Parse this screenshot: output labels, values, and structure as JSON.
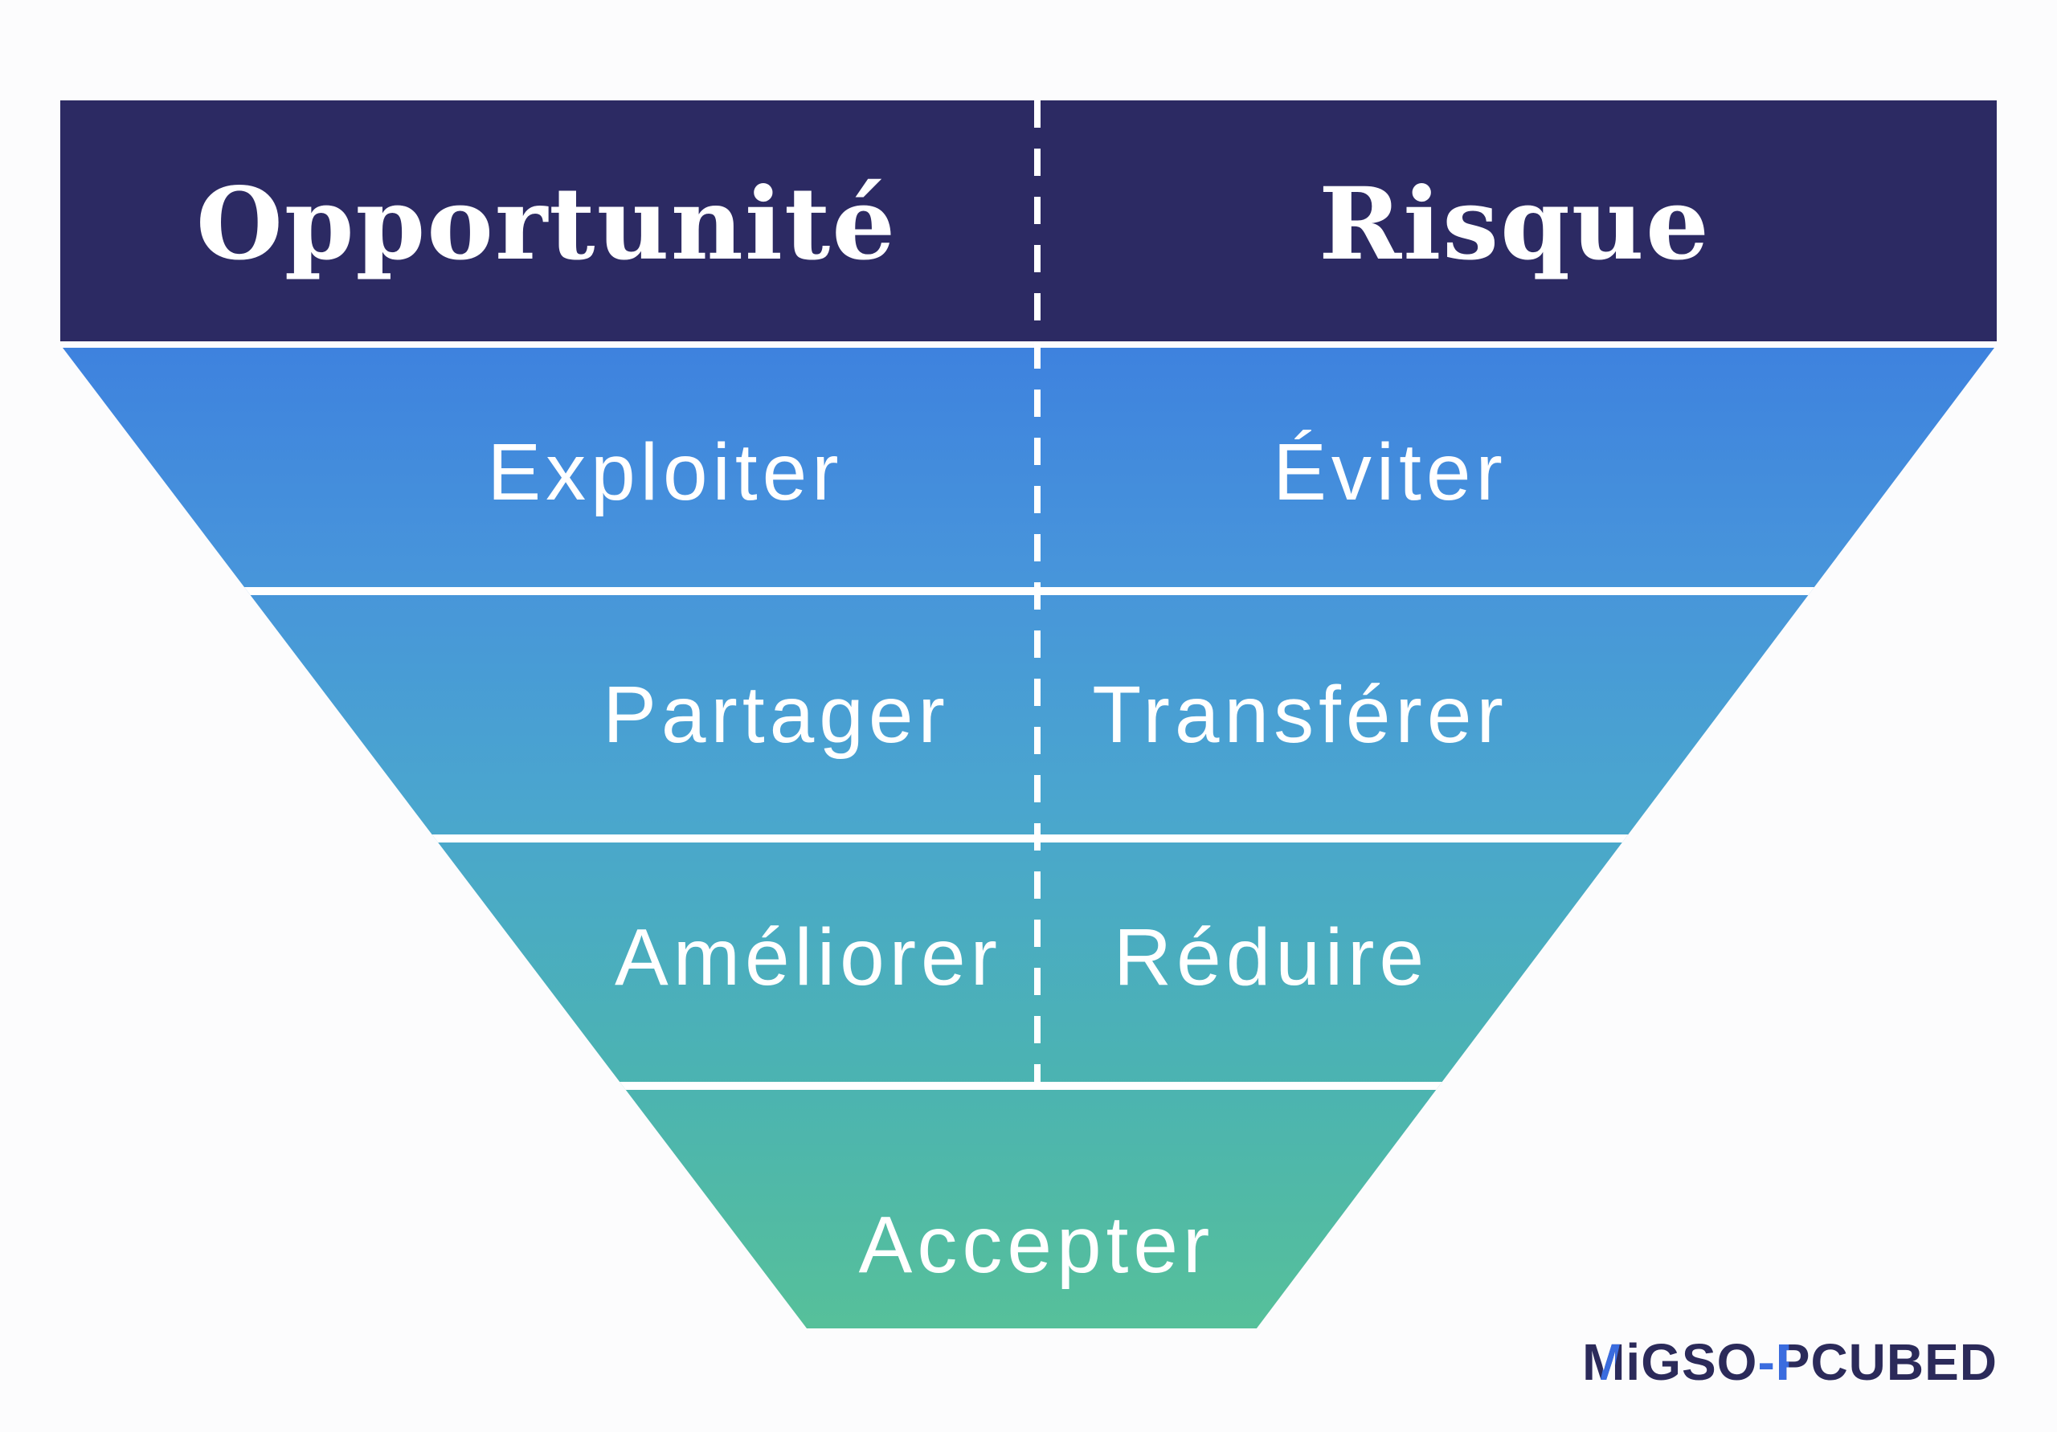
{
  "page": {
    "background_color": "#FCFCFD",
    "description": "Inverted funnel diagram comparing opportunity and risk response strategies (French)"
  },
  "header": {
    "left_label": "Opportunité",
    "right_label": "Risque",
    "bg_color": "#2C2A63",
    "text_color": "#FFFFFF"
  },
  "funnel": {
    "rows": [
      {
        "left": "Exploiter",
        "right": "Éviter"
      },
      {
        "left": "Partager",
        "right": "Transférer"
      },
      {
        "left": "Améliorer",
        "right": "Réduire"
      },
      {
        "center": "Accepter"
      }
    ],
    "gradient_top": "#3E82DE",
    "gradient_mid_blue": "#4AA6CE",
    "gradient_mid_teal": "#4BB3B2",
    "gradient_bottom": "#56C09A",
    "divider_color": "#FFFFFF",
    "text_color": "#FFFFFF"
  },
  "logo": {
    "part_m": "M",
    "part_igso": "iGSO",
    "part_hyphen": "-",
    "part_p": "P",
    "part_cubed": "CUBED",
    "navy": "#2B2A5A",
    "blue": "#3A6CDF"
  }
}
